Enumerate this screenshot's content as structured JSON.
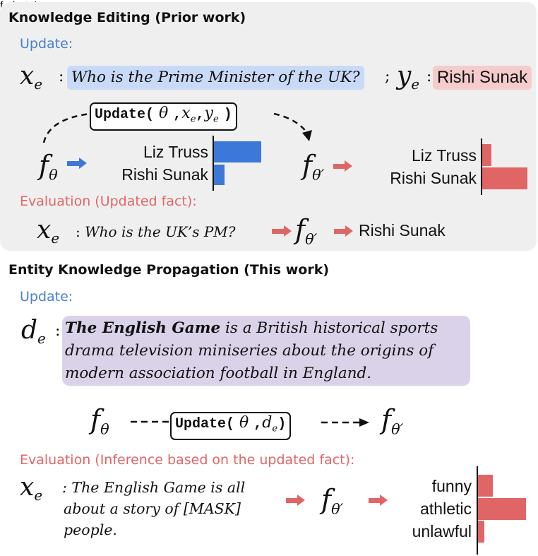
{
  "prior": {
    "title": "Knowledge Editing (Prior work)",
    "update_label": "Update:",
    "xe_symbol": "x",
    "xe_sub": "e",
    "xe_text": "Who is the Prime Minister of the UK?",
    "separator": ";",
    "ye_symbol": "y",
    "ye_sub": "e",
    "ye_text": "Rishi Sunak",
    "update_fn": {
      "name": "Update(",
      "theta": "θ",
      "comma1": ",",
      "arg2": "x",
      "arg2_sub": "e",
      "comma2": ",",
      "arg3": "y",
      "arg3_sub": "e",
      "close": ")"
    },
    "model_before": {
      "symbol": "f",
      "sub": "θ"
    },
    "model_after": {
      "symbol": "f",
      "sub": "θ′"
    },
    "eval_label": "Evaluation (Updated fact):",
    "eval_xe_text": "Who is the UK’s PM?",
    "eval_answer": "Rishi Sunak"
  },
  "ekp": {
    "title": "Entity Knowledge Propagation (This work)",
    "update_label": "Update:",
    "de_symbol": "d",
    "de_sub": "e",
    "de_bold": "The English Game",
    "de_rest_line1": " is a British historical sports",
    "de_line2": "drama television miniseries about the origins of",
    "de_line3": "modern association football in England.",
    "update_fn": {
      "name": "Update(",
      "theta": "θ",
      "comma1": ",",
      "arg2": "d",
      "arg2_sub": "e",
      "close": ")"
    },
    "dashes_left": "- - -",
    "dashes_right": "- - -",
    "model_before": {
      "symbol": "f",
      "sub": "θ"
    },
    "model_after": {
      "symbol": "f",
      "sub": "θ′"
    },
    "eval_label": "Evaluation (Inference based on the updated fact):",
    "eval_xe_symbol": "x",
    "eval_xe_sub": "e",
    "eval_line1": ": The English Game is all",
    "eval_line2": "about a story of [MASK]",
    "eval_line3": "people."
  },
  "colon": ":",
  "colors": {
    "panel_bg": "#efefef",
    "update_blue": "#4a7fd1",
    "bar_blue": "#3c78d8",
    "eval_red": "#e06666",
    "highlight_blue": "#c9daf8",
    "highlight_red": "#f4cccc",
    "highlight_purple": "#d9d2e9"
  },
  "chart_data": [
    {
      "type": "bar",
      "orientation": "horizontal",
      "title": "f_θ output (before update)",
      "categories": [
        "Liz Truss",
        "Rishi Sunak"
      ],
      "values": [
        0.82,
        0.18
      ],
      "color": "#3c78d8"
    },
    {
      "type": "bar",
      "orientation": "horizontal",
      "title": "f_θ′ output (after update)",
      "categories": [
        "Liz Truss",
        "Rishi Sunak"
      ],
      "values": [
        0.2,
        0.8
      ],
      "color": "#e06666"
    },
    {
      "type": "bar",
      "orientation": "horizontal",
      "title": "f_θ′ output on [MASK]",
      "categories": [
        "funny",
        "athletic",
        "unlawful"
      ],
      "values": [
        0.3,
        0.65,
        0.14
      ],
      "color": "#e06666"
    }
  ]
}
